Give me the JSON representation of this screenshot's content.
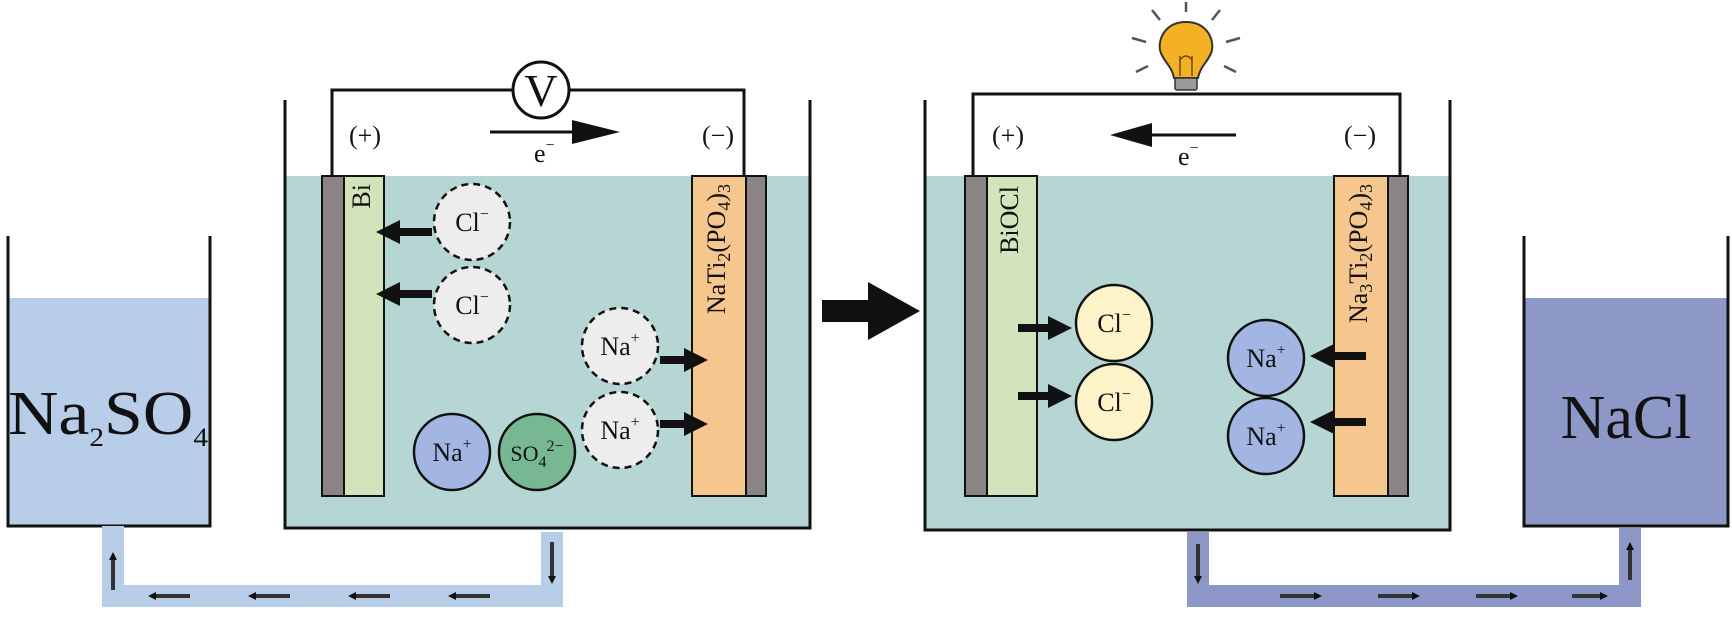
{
  "colors": {
    "electrolyte": "#b5d6d3",
    "reservoir_left": "#b8cde8",
    "reservoir_right": "#8e98c8",
    "pipe_left": "#b8cde8",
    "pipe_right": "#8e98c8",
    "bi_electrode": "#d3e3bb",
    "nti_electrode": "#f5c78e",
    "current_collector": "#8a8485",
    "ion_dashed": "#ededed",
    "ion_na": "#a3b6e3",
    "ion_so4": "#77b893",
    "ion_cl_solid": "#fcf3c8",
    "arrow": "#111111",
    "bulb": "#f2b224"
  },
  "left_reservoir": {
    "label_main": "Na",
    "label_sub1": "2",
    "label_mid": "SO",
    "label_sub2": "4"
  },
  "right_reservoir": {
    "label": "NaCl"
  },
  "cell_left": {
    "meter_symbol": "V",
    "plus_label": "(+)",
    "minus_label": "(−)",
    "electron_label": "e",
    "electron_sup": "−",
    "anode_label": "Bi",
    "cathode_label": {
      "p1": "NaTi",
      "s1": "2",
      "p2": "(PO",
      "s2": "4",
      "p3": ")",
      "s3": "3"
    },
    "ions": [
      {
        "base": "Cl",
        "sup": "−",
        "style": "dashed"
      },
      {
        "base": "Cl",
        "sup": "−",
        "style": "dashed"
      },
      {
        "base": "Na",
        "sup": "+",
        "style": "dashed"
      },
      {
        "base": "Na",
        "sup": "+",
        "style": "dashed"
      },
      {
        "base": "Na",
        "sup": "+",
        "style": "na"
      },
      {
        "base": "SO",
        "sub": "4",
        "sup": "2−",
        "style": "so4"
      }
    ]
  },
  "cell_right": {
    "plus_label": "(+)",
    "minus_label": "(−)",
    "electron_label": "e",
    "electron_sup": "−",
    "anode_label": "BiOCl",
    "cathode_label": {
      "p1": "Na",
      "s0": "3",
      "p1b": "Ti",
      "s1": "2",
      "p2": "(PO",
      "s2": "4",
      "p3": ")",
      "s3": "3"
    },
    "ions": [
      {
        "base": "Cl",
        "sup": "−",
        "style": "cl_solid"
      },
      {
        "base": "Cl",
        "sup": "−",
        "style": "cl_solid"
      },
      {
        "base": "Na",
        "sup": "+",
        "style": "na"
      },
      {
        "base": "Na",
        "sup": "+",
        "style": "na"
      }
    ]
  }
}
